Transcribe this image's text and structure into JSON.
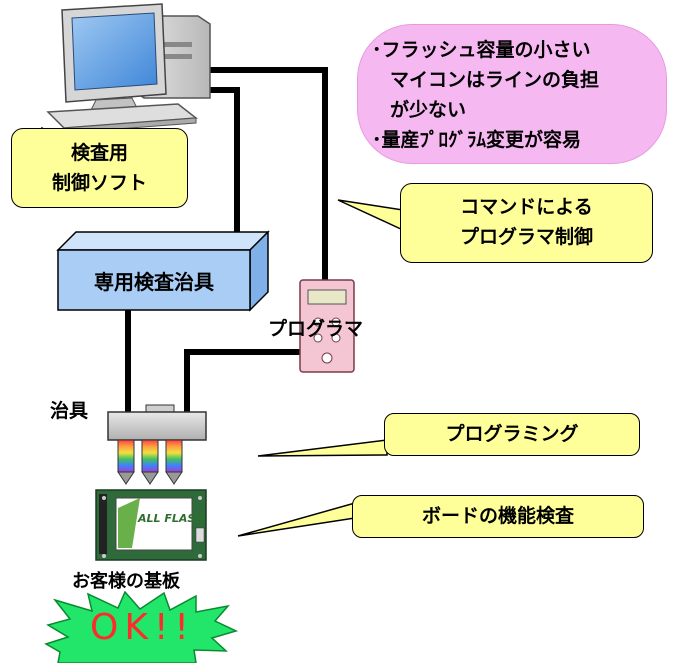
{
  "diagram": {
    "pc_callout": {
      "line1": "検査用",
      "line2": "制御ソフト"
    },
    "note_bubble": {
      "line1": "･フラッシュ容量の小さい",
      "line2": "マイコンはラインの負担",
      "line3": "が少ない",
      "line4": "･量産ﾌﾟﾛｸﾞﾗﾑ変更が容易"
    },
    "command_callout": {
      "line1": "コマンドによる",
      "line2": "プログラマ制御"
    },
    "fixture_box_label": "専用検査治具",
    "programmer_label": "プログラマ",
    "jig_label": "治具",
    "programming_callout": "プログラミング",
    "board_test_callout": "ボードの機能検査",
    "board_label": "お客様の基板",
    "board_logo": "ALL FLASH",
    "ok_text": "OK!!"
  },
  "colors": {
    "callout_fill": "#ffff99",
    "bubble_fill": "#f6b8f0",
    "fixture_fill": "#a9cdf5",
    "programmer_fill": "#f4c6d4",
    "cable": "#000000",
    "ok_fill": "#22e66a",
    "ok_text": "#ff2a2a"
  }
}
